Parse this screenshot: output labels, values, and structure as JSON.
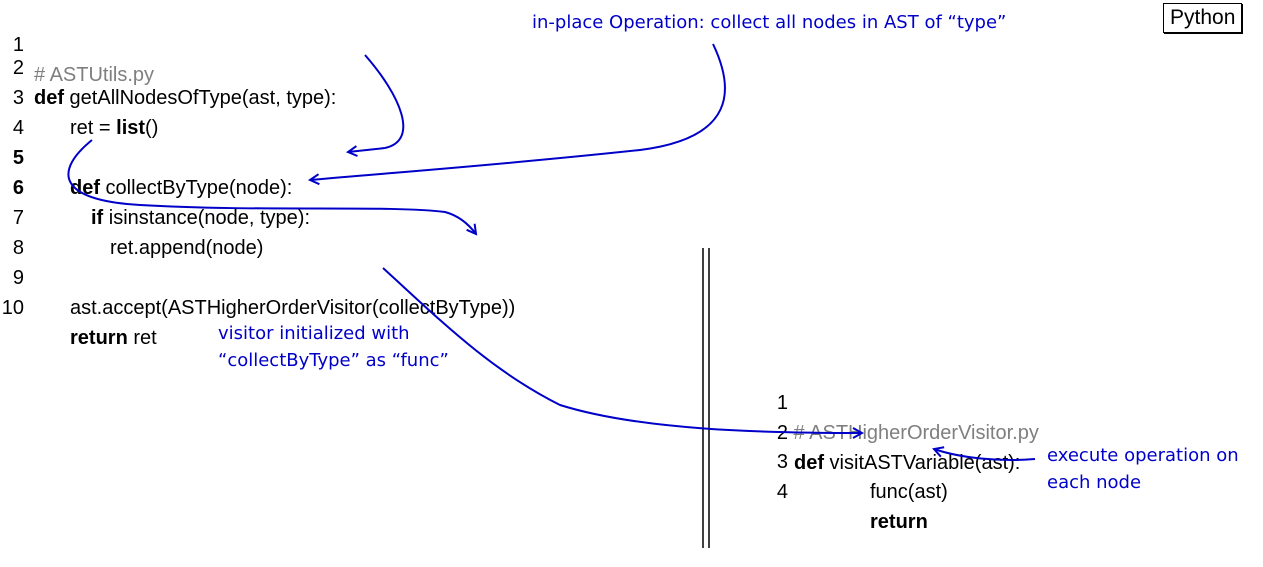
{
  "language_badge": "Python",
  "left_code": {
    "lines": [
      {
        "no": "1",
        "comment": "# ASTUtils.py"
      },
      {
        "no": "2",
        "kw": "def",
        "text": " getAllNodesOfType(ast, type):"
      },
      {
        "no": "3",
        "pre": "ret = ",
        "kw": "list",
        "text": "()"
      },
      {
        "no": "4"
      },
      {
        "no": "5",
        "kw": "def",
        "text": " collectByType(node):"
      },
      {
        "no": "6",
        "kw": "if",
        "text": " isinstance(node, type):"
      },
      {
        "no": "7",
        "text": "ret.append(node)"
      },
      {
        "no": "8"
      },
      {
        "no": "9",
        "text": "ast.accept(ASTHigherOrderVisitor(collectByType))"
      },
      {
        "no": "10",
        "kw": "return",
        "text": " ret"
      }
    ]
  },
  "right_code": {
    "lines": [
      {
        "no": "1",
        "comment": " # ASTHigherOrderVisitor.py"
      },
      {
        "no": "2",
        "kw": "def",
        "text": " visitASTVariable(ast):"
      },
      {
        "no": "3",
        "text": "func(ast)"
      },
      {
        "no": "4",
        "kw": "return"
      }
    ]
  },
  "annotations": {
    "inplace": "in-place Operation: collect all nodes in AST of “type”",
    "visitor": "visitor initialized with\n“collectByType” as “func”",
    "execute": "execute operation on\neach node"
  },
  "colors": {
    "annotation": "#0000c8",
    "comment": "#7f7f7f"
  }
}
